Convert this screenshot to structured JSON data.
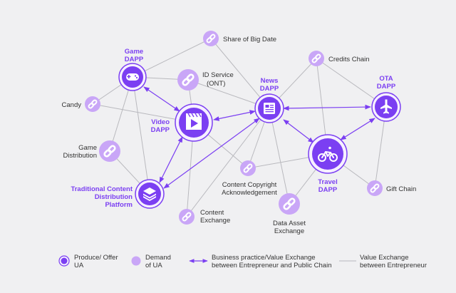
{
  "colors": {
    "accent": "#7b3ff2",
    "demand_node": "#c9a6f7",
    "gray_line": "#b9b9be",
    "text": "#333333"
  },
  "nodes": {
    "game_dapp": {
      "label_1": "Game",
      "label_2": "DAPP",
      "icon": "gamepad-icon"
    },
    "video_dapp": {
      "label_1": "Video",
      "label_2": "DAPP",
      "icon": "clapperboard-icon"
    },
    "news_dapp": {
      "label_1": "News",
      "label_2": "DAPP",
      "icon": "newspaper-icon"
    },
    "ota_dapp": {
      "label_1": "OTA",
      "label_2": "DAPP",
      "icon": "airplane-icon"
    },
    "travel_dapp": {
      "label_1": "Travel",
      "label_2": "DAPP",
      "icon": "bicycle-icon"
    },
    "tcd_platform": {
      "label_1": "Traditional Content",
      "label_2": "Distribution",
      "label_3": "Platform",
      "icon": "layers-icon"
    },
    "share_of_big_date": {
      "label_1": "Share of Big Date",
      "icon": "link-icon"
    },
    "id_service": {
      "label_1": "ID Service",
      "label_2": "(ONT)",
      "icon": "link-icon"
    },
    "credits_chain": {
      "label_1": "Credits Chain",
      "icon": "link-icon"
    },
    "candy": {
      "label_1": "Candy",
      "icon": "link-icon"
    },
    "game_distribution": {
      "label_1": "Game",
      "label_2": "Distribution",
      "icon": "link-icon"
    },
    "content_copyright": {
      "label_1": "Content Copyright",
      "label_2": "Acknowledgement",
      "icon": "link-icon"
    },
    "content_exchange": {
      "label_1": "Content",
      "label_2": "Exchange",
      "icon": "link-icon"
    },
    "data_asset_exchange": {
      "label_1": "Data Asset",
      "label_2": "Exchange",
      "icon": "link-icon"
    },
    "gift_chain": {
      "label_1": "Gift Chain",
      "icon": "link-icon"
    }
  },
  "legend": {
    "produce_1": "Produce/ Offer",
    "produce_2": "UA",
    "demand_1": "Demand",
    "demand_2": "of UA",
    "business_1": "Business practice/Value Exchange",
    "business_2": "between Entrepreneur and Public Chain",
    "value_1": "Value Exchange",
    "value_2": "between Entrepreneur"
  }
}
